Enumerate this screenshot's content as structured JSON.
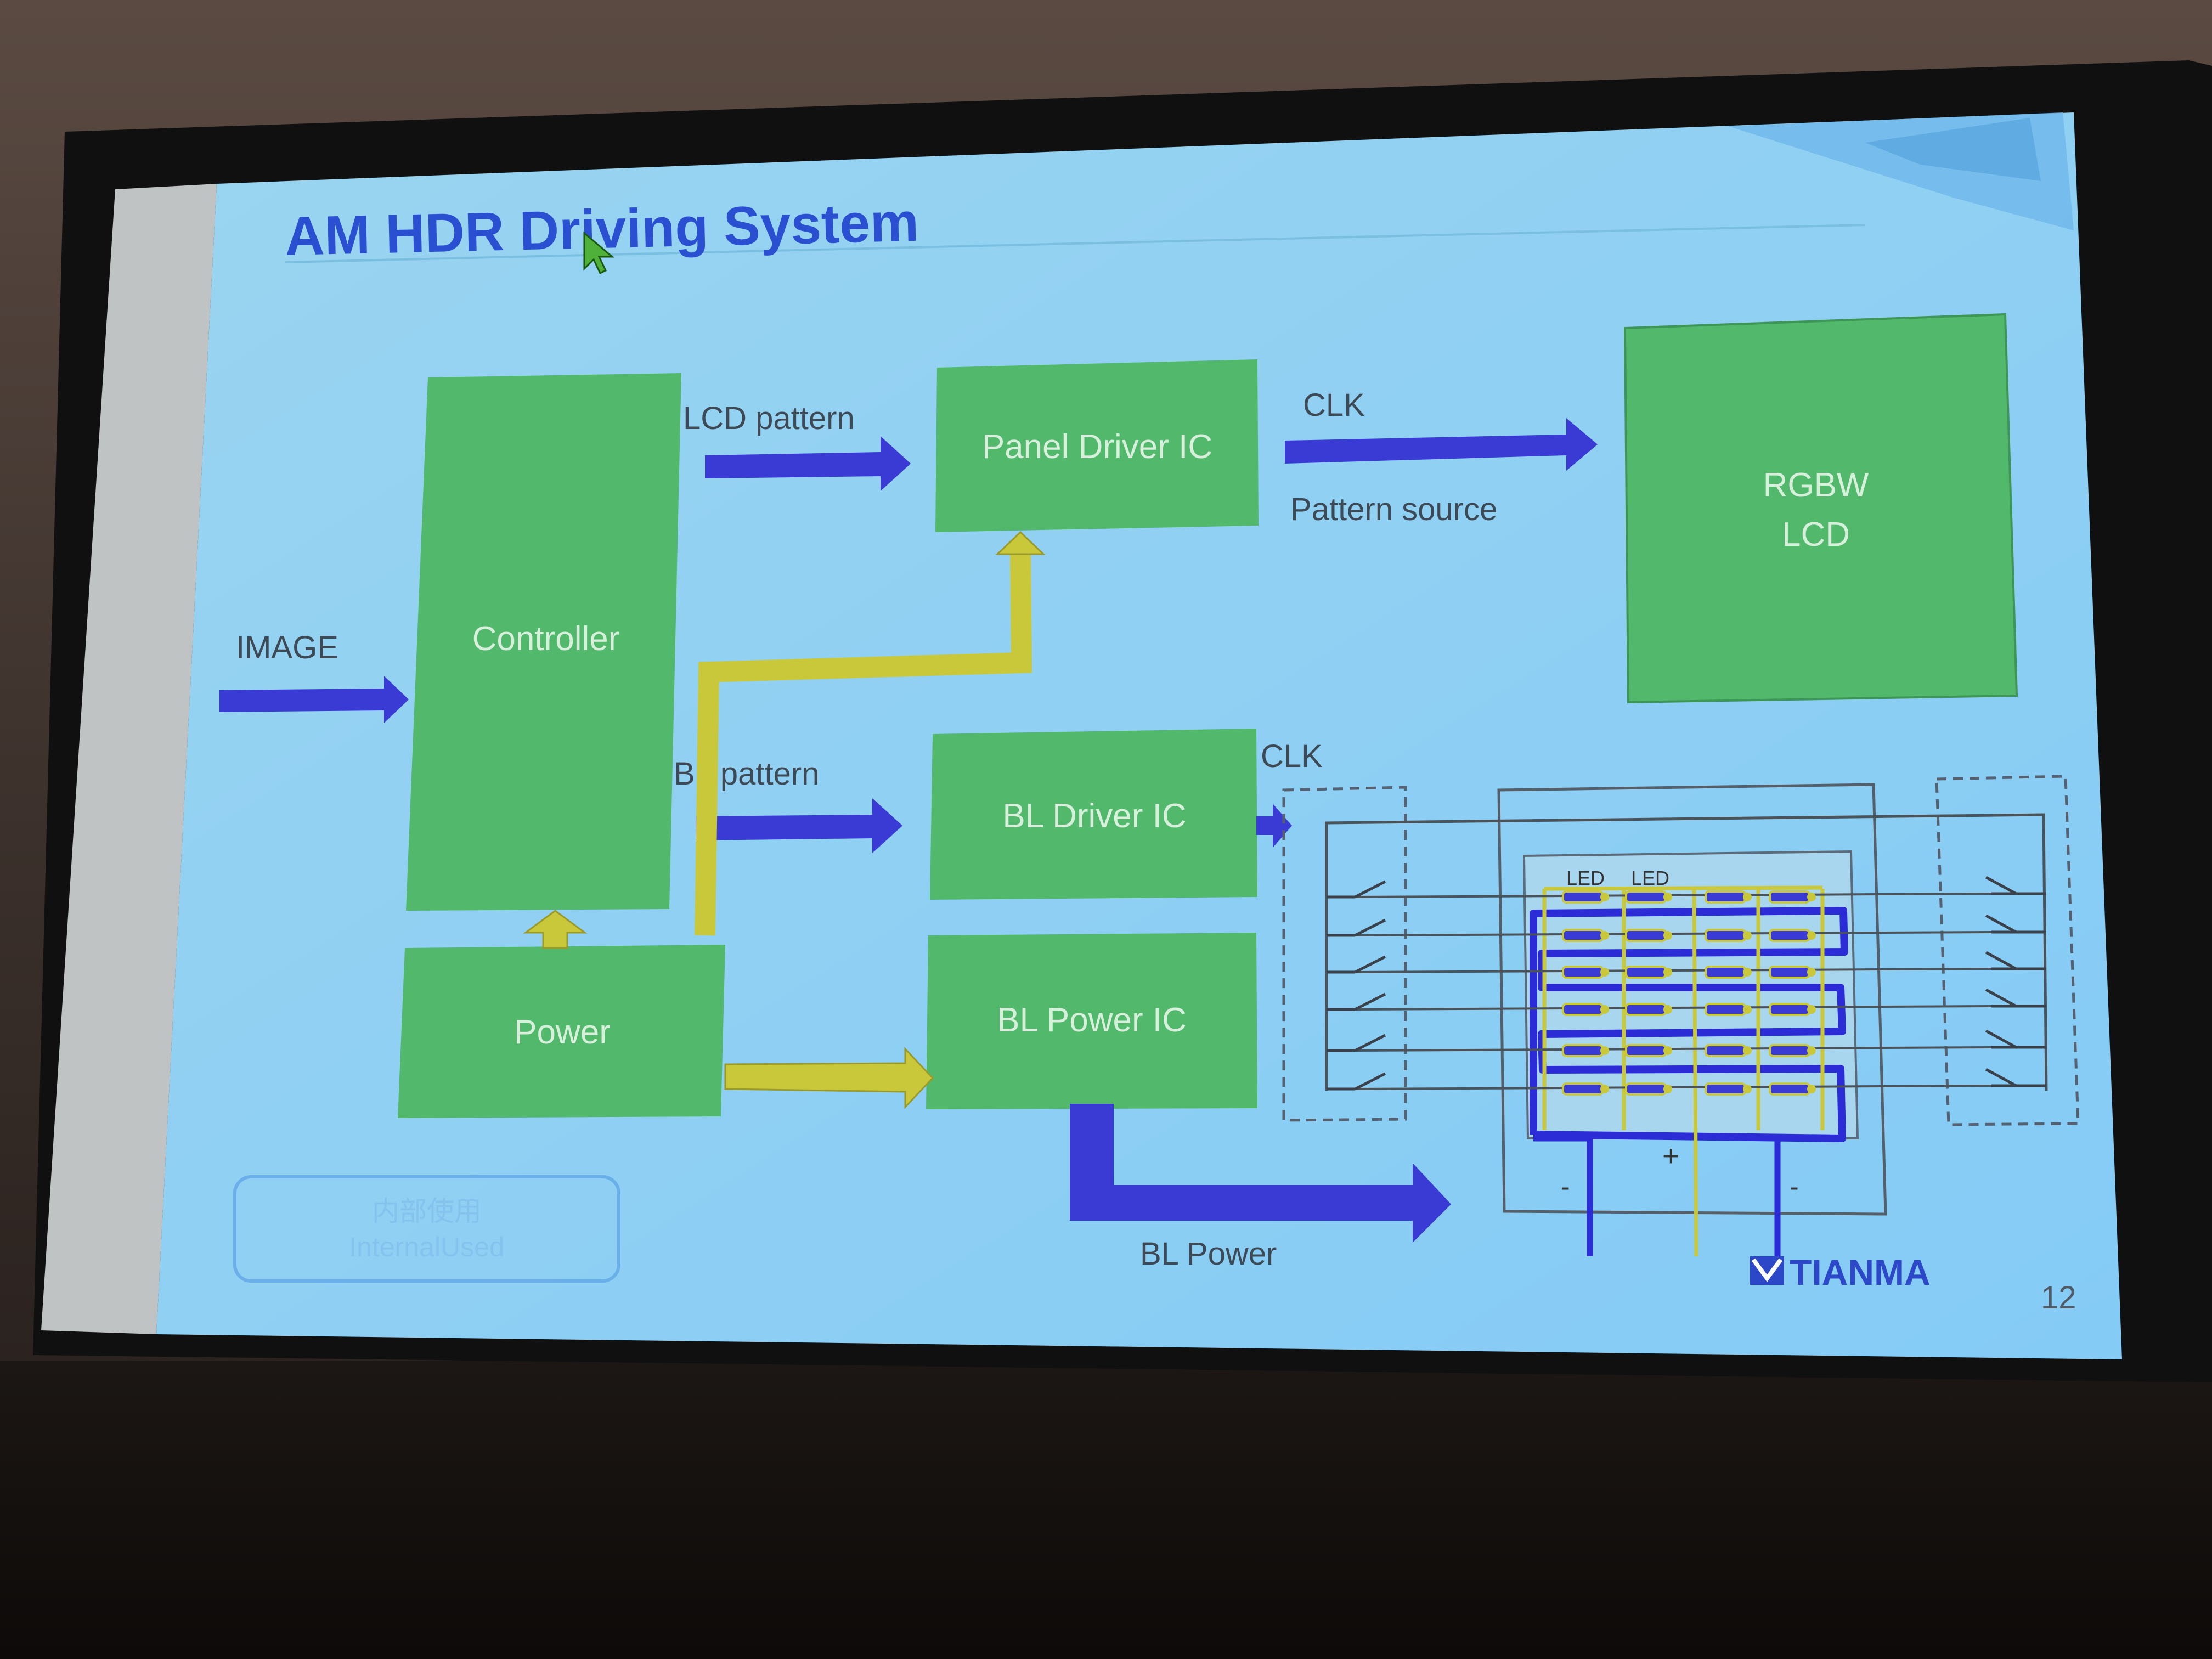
{
  "slide": {
    "title": "AM HDR Driving System",
    "page_number": "12",
    "logo_text": "TIANMA",
    "watermark_line1": "内部使用",
    "watermark_line2": "InternalUsed"
  },
  "blocks": {
    "controller": "Controller",
    "panel_driver": "Panel Driver IC",
    "rgbw_line1": "RGBW",
    "rgbw_line2": "LCD",
    "bl_driver": "BL Driver IC",
    "power": "Power",
    "bl_power": "BL Power IC"
  },
  "labels": {
    "image": "IMAGE",
    "lcd_pattern": "LCD pattern",
    "clk_top": "CLK",
    "pattern_source": "Pattern source",
    "bl_pattern": "BL pattern",
    "clk_bottom": "CLK",
    "bl_power_label": "BL Power",
    "led_1": "LED",
    "led_2": "LED",
    "minus_left": "-",
    "plus": "+",
    "minus_right": "-"
  },
  "colors": {
    "slide_bg": "#8fd0f2",
    "block_green": "#52b86c",
    "block_text": "#d7f0dc",
    "arrow_blue": "#3a3ad4",
    "power_yellow": "#c8c83a",
    "title_blue": "#2a4fd0"
  }
}
